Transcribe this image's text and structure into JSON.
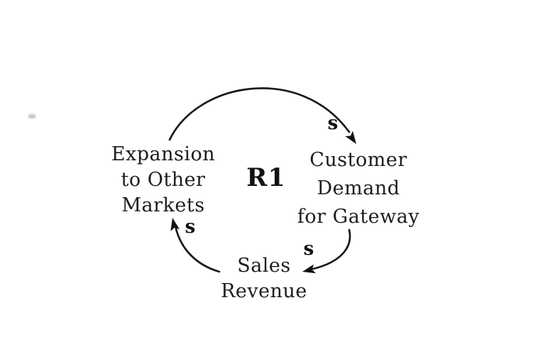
{
  "diagram": {
    "type": "causal-loop",
    "loop": {
      "id": "R1",
      "kind": "reinforcing"
    },
    "nodes": {
      "expansion": {
        "label": "Expansion to Other Markets",
        "lines": [
          "Expansion",
          "to Other",
          "Markets"
        ]
      },
      "customer_demand": {
        "label": "Customer Demand for Gateway",
        "lines": [
          "Customer",
          "Demand",
          "for Gateway"
        ]
      },
      "sales_revenue": {
        "label": "Sales Revenue",
        "lines": [
          "Sales",
          "Revenue"
        ]
      }
    },
    "links": [
      {
        "from": "Expansion to Other Markets",
        "to": "Customer Demand for Gateway",
        "polarity": "s"
      },
      {
        "from": "Customer Demand for Gateway",
        "to": "Sales Revenue",
        "polarity": "s"
      },
      {
        "from": "Sales Revenue",
        "to": "Expansion to Other Markets",
        "polarity": "s"
      }
    ],
    "colors": {
      "ink": "#1d1d1d",
      "background": "#ffffff"
    }
  }
}
